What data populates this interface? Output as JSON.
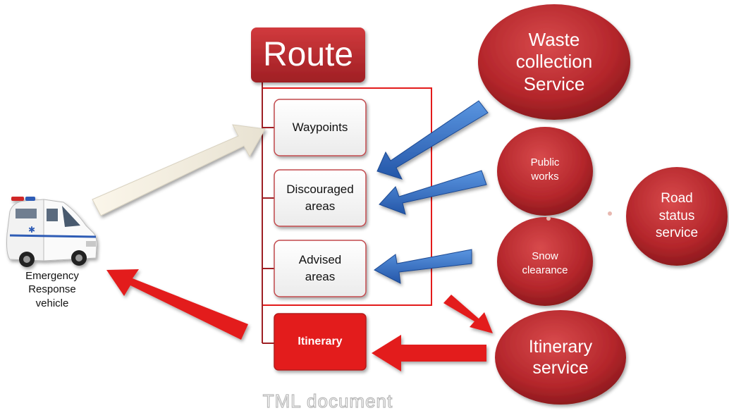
{
  "route": {
    "title": "Route"
  },
  "boxes": {
    "waypoints": "Waypoints",
    "discouraged_line1": "Discouraged",
    "discouraged_line2": "areas",
    "advised_line1": "Advised",
    "advised_line2": "areas",
    "itinerary": "Itinerary"
  },
  "services": {
    "waste_line1": "Waste",
    "waste_line2": "collection",
    "waste_line3": "Service",
    "public_line1": "Public",
    "public_line2": "works",
    "road_line1": "Road",
    "road_line2": "status",
    "road_line3": "service",
    "snow_line1": "Snow",
    "snow_line2": "clearance",
    "itinerary_line1": "Itinerary",
    "itinerary_line2": "service"
  },
  "vehicle": {
    "line1": "Emergency",
    "line2": "Response",
    "line3": "vehicle"
  },
  "footer": {
    "doc_label": "TML document"
  },
  "colors": {
    "dark_red": "#b3262a",
    "bright_red": "#e8201c",
    "blue": "#2f6fc4",
    "frame_red": "#e31b1b"
  }
}
